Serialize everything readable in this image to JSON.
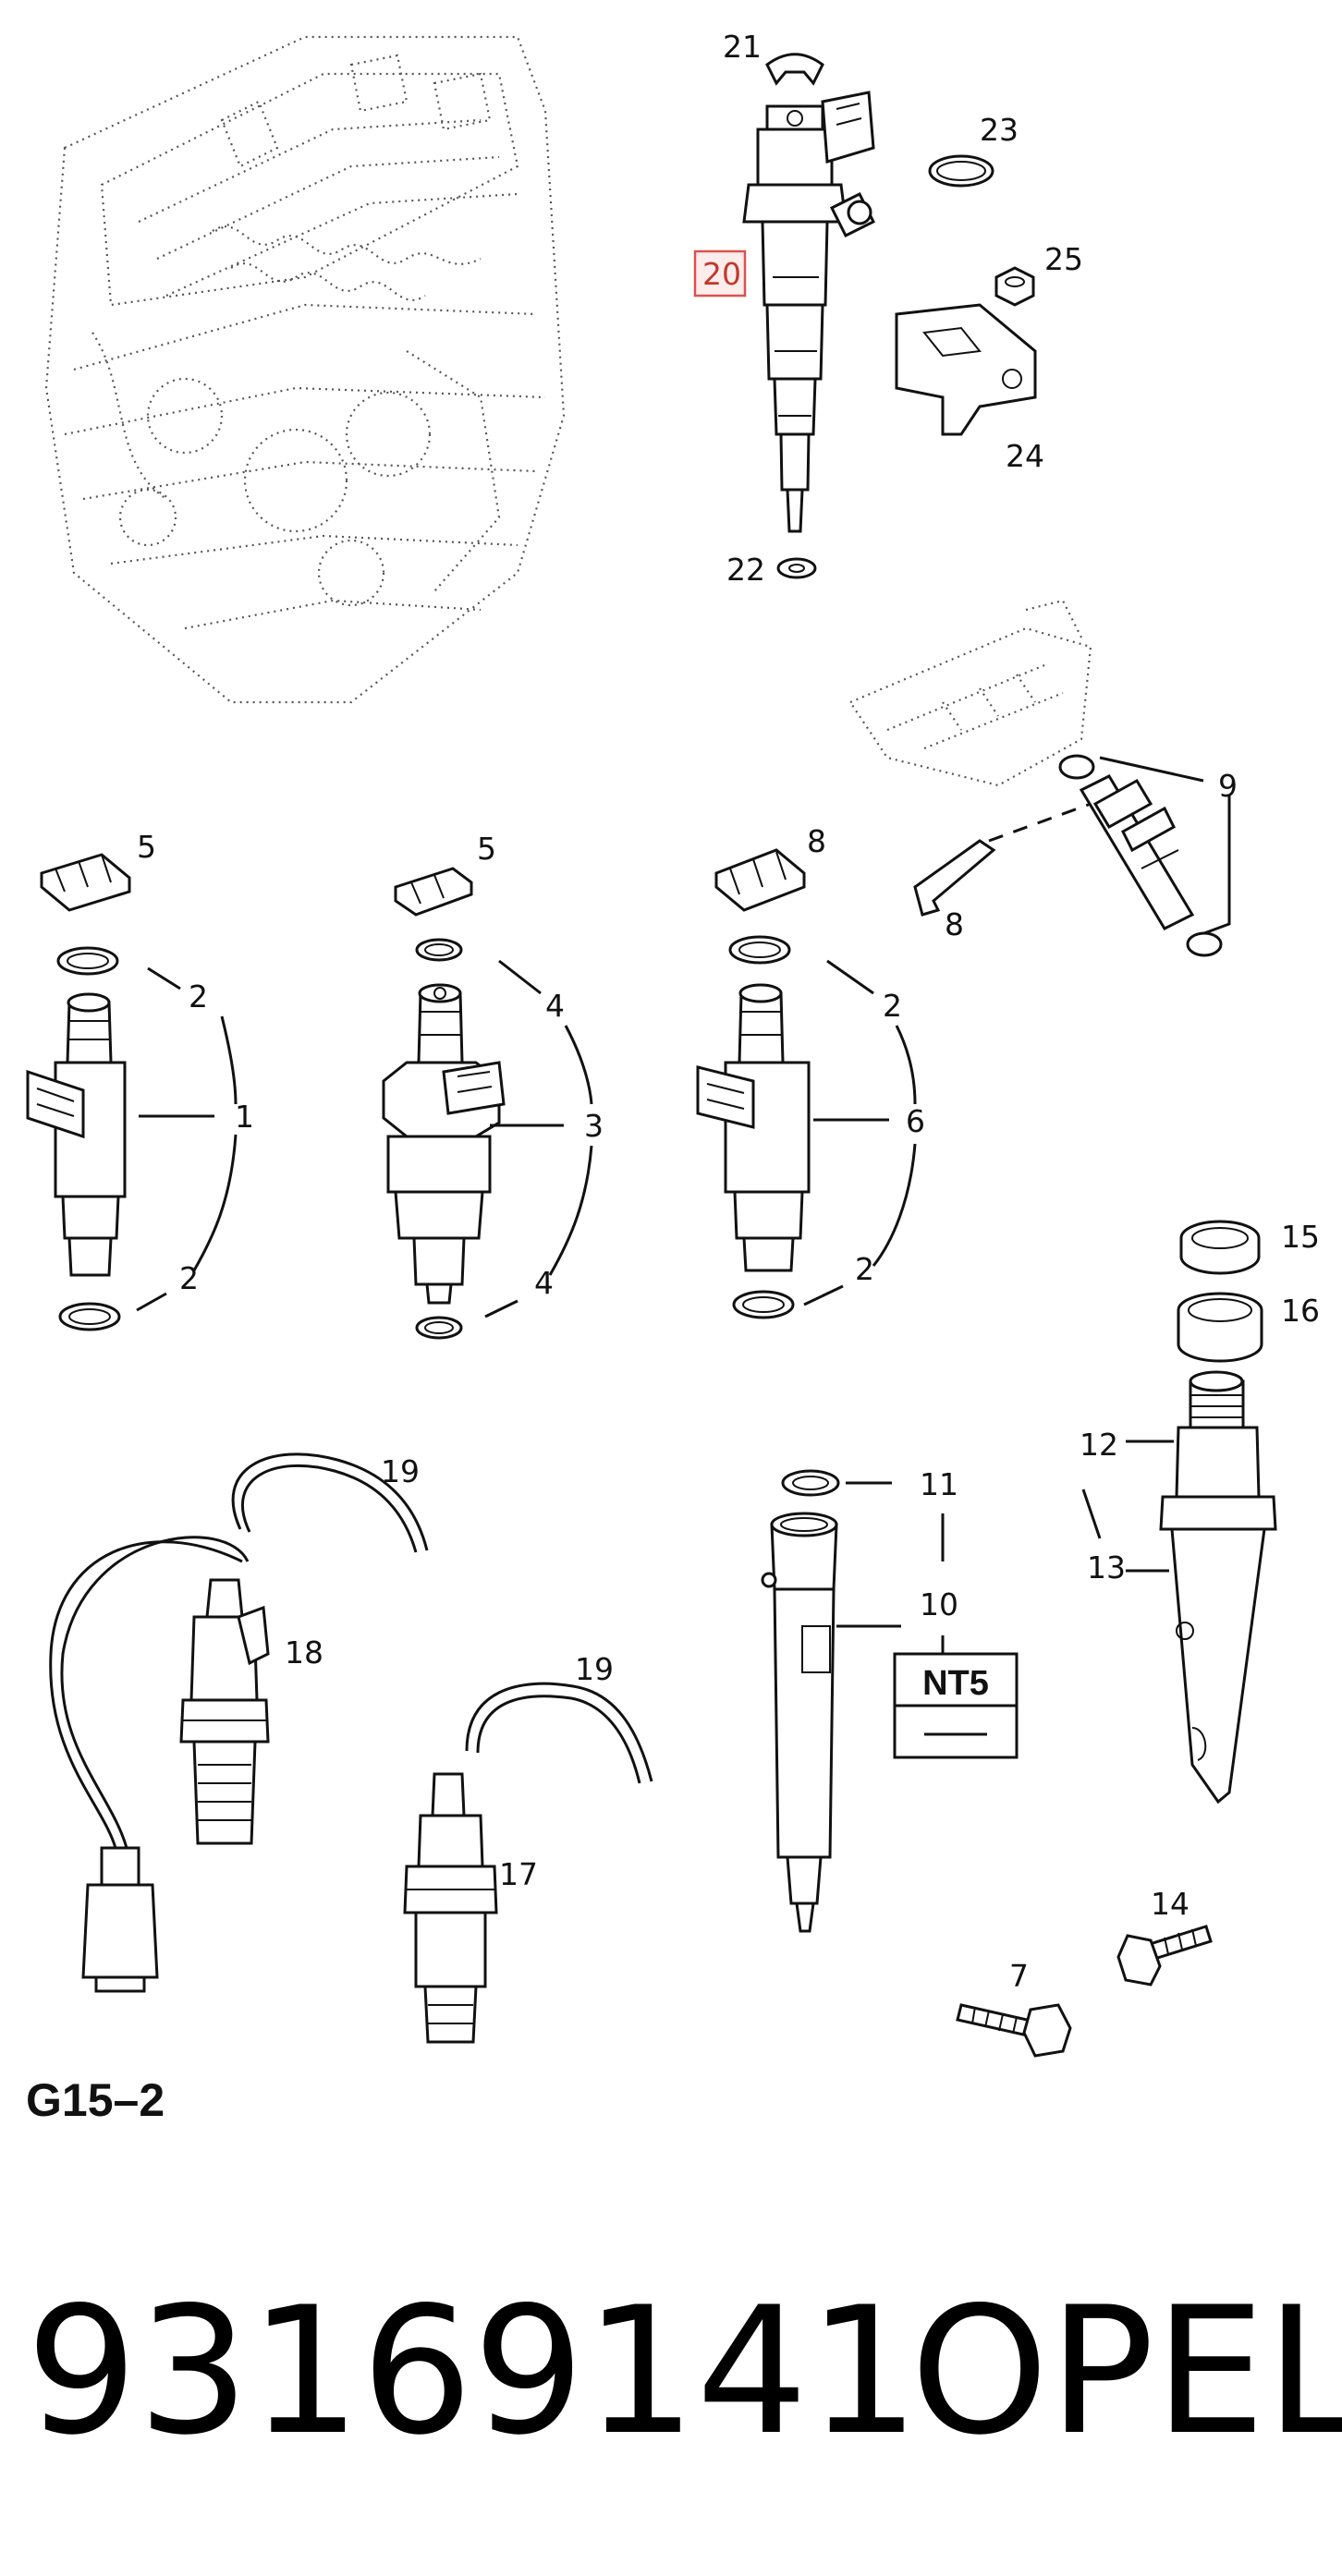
{
  "diagram": {
    "sheet_code": "G15–2",
    "box_label": "NT5",
    "highlight_color": "#d9534f",
    "callouts": {
      "n1": "1",
      "n2a": "2",
      "n2b": "2",
      "n2c": "2",
      "n2d": "2",
      "n3": "3",
      "n4a": "4",
      "n4b": "4",
      "n5a": "5",
      "n5b": "5",
      "n6": "6",
      "n7": "7",
      "n8a": "8",
      "n8b": "8",
      "n9": "9",
      "n10": "10",
      "n11": "11",
      "n12": "12",
      "n13": "13",
      "n14": "14",
      "n15": "15",
      "n16": "16",
      "n17": "17",
      "n18": "18",
      "n19a": "19",
      "n19b": "19",
      "n20": "20",
      "n21": "21",
      "n22": "22",
      "n23": "23",
      "n24": "24",
      "n25": "25"
    }
  },
  "footer": {
    "part_number": "93169141",
    "brand": "OPEL"
  }
}
